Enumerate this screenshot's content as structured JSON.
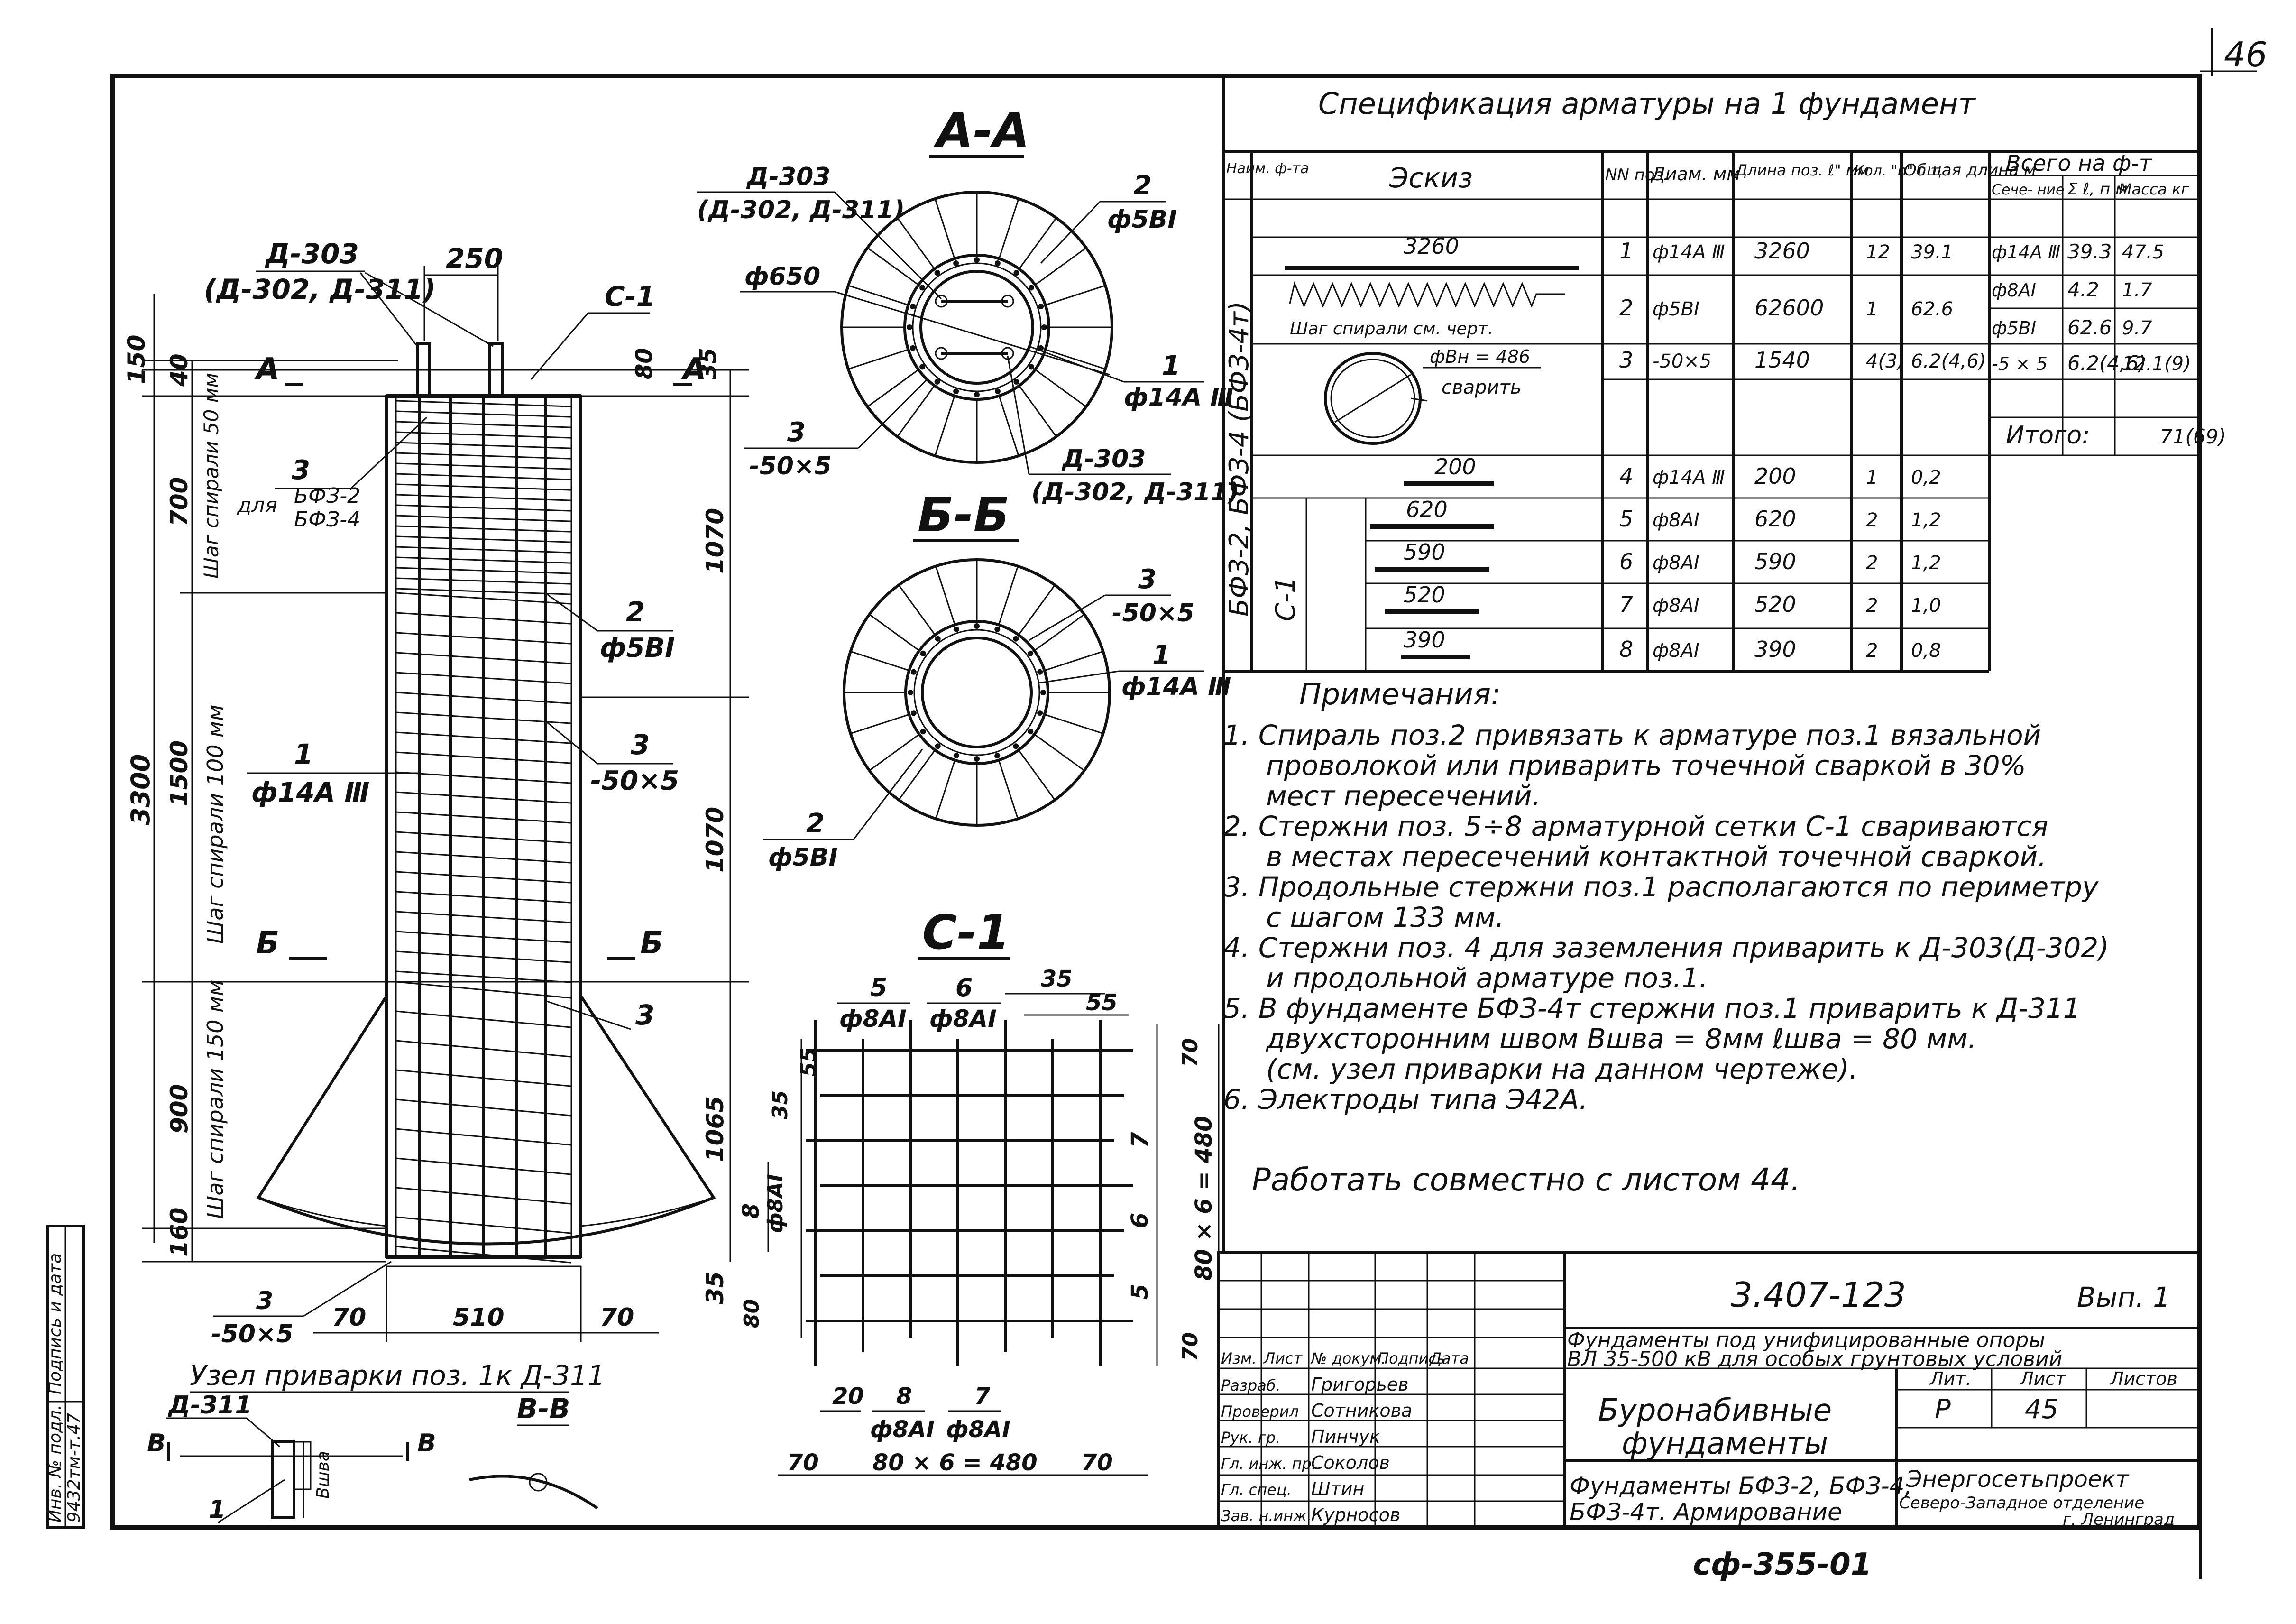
{
  "sheet": {
    "number": "46"
  },
  "spec": {
    "title": "Спецификация арматуры на 1 фундамент",
    "headers": {
      "name": "Наим. ф-та",
      "sketch": "Эскиз",
      "pos": "NN поз.",
      "diam": "Диам. мм",
      "length": "Длина поз. ℓ\" мм",
      "qty": "Кол. \"n\" шт.",
      "total": "Общая длина м",
      "all_total": "Всего на ф-т",
      "section": "Сече- ние",
      "sum_l": "Σ ℓ, п м",
      "mass": "Масса кг"
    },
    "group_label": "БФЗ-2, БФЗ-4 (БФЗ-4т)",
    "mesh_label": "С-1",
    "rows": [
      {
        "sketch": "3260",
        "pos": "1",
        "diam": "ф14А Ⅲ",
        "len": "3260",
        "qty": "12",
        "total": "39.1"
      },
      {
        "sketch": "Шаг спирали см. черт.",
        "pos": "2",
        "diam": "ф5ВI",
        "len": "62600",
        "qty": "1",
        "total": "62.6"
      },
      {
        "sketch": "фВн = 486 сварить",
        "pos": "3",
        "diam": "-50×5",
        "len": "1540",
        "qty": "4(3)",
        "total": "6.2(4,6)"
      },
      {
        "sketch": "200",
        "pos": "4",
        "diam": "ф14А Ⅲ",
        "len": "200",
        "qty": "1",
        "total": "0,2"
      },
      {
        "sketch": "620",
        "pos": "5",
        "diam": "ф8АI",
        "len": "620",
        "qty": "2",
        "total": "1,2"
      },
      {
        "sketch": "590",
        "pos": "6",
        "diam": "ф8АI",
        "len": "590",
        "qty": "2",
        "total": "1,2"
      },
      {
        "sketch": "520",
        "pos": "7",
        "diam": "ф8АI",
        "len": "520",
        "qty": "2",
        "total": "1,0"
      },
      {
        "sketch": "390",
        "pos": "8",
        "diam": "ф8АI",
        "len": "390",
        "qty": "2",
        "total": "0,8"
      }
    ],
    "totals": [
      {
        "section": "ф14А Ⅲ",
        "sum": "39.3",
        "mass": "47.5"
      },
      {
        "section": "ф8АI",
        "sum": "4.2",
        "mass": "1.7"
      },
      {
        "section": "ф5ВI",
        "sum": "62.6",
        "mass": "9.7"
      },
      {
        "section": "-5 × 5",
        "sum": "6.2(4,6)",
        "mass": "12.1(9)"
      }
    ],
    "itogo_label": "Итого:",
    "itogo_value": "71(69)",
    "spiral_pitch_note": "Шаг спирали см. черт.",
    "weld_note": "фВн = 486",
    "weld_word": "сварить"
  },
  "notes": {
    "title": "Примечания:",
    "lines": [
      "1. Спираль поз.2 привязать к арматуре поз.1 вязальной",
      "проволокой или приварить точечной сваркой в 30%",
      "мест пересечений.",
      "2. Стержни поз. 5÷8 арматурной сетки С-1 свариваются",
      "в местах пересечений контактной точечной сваркой.",
      "3. Продольные стержни поз.1 располагаются по периметру",
      "с шагом 133 мм.",
      "4. Стержни поз. 4 для заземления приварить к Д-303(Д-302)",
      "и продольной арматуре поз.1.",
      "5. В фундаменте БФЗ-4т стержни поз.1 приварить к Д-311",
      "двухсторонним швом Вшва = 8мм ℓшва = 80 мм.",
      "(см. узел приварки на данном чертеже).",
      "6. Электроды типа Э42А."
    ],
    "work_with": "Работать совместно с листом 44."
  },
  "titleblock": {
    "code": "3.407-123",
    "issue": "Вып. 1",
    "subtitle1": "Фундаменты под унифицированные опоры",
    "subtitle2": "ВЛ 35-500 кВ для особых грунтовых условий",
    "name1": "Буронабивные",
    "name2": "фундаменты",
    "part1": "Фундаменты БФЗ-2, БФЗ-4,",
    "part2": "БФЗ-4т. Армирование",
    "lit_label": "Лит.",
    "sheet_label": "Лист",
    "sheets_label": "Листов",
    "lit": "Р",
    "sheet": "45",
    "org1": "Энергосетьпроект",
    "org2": "Северо-Западное отделение",
    "org3": "г. Ленинград",
    "header_cols": [
      "Изм.",
      "Лист",
      "№ докум.",
      "Подпись",
      "Дата"
    ],
    "people": [
      {
        "role": "Разраб.",
        "name": "Григорьев"
      },
      {
        "role": "Проверил",
        "name": "Сотникова"
      },
      {
        "role": "Рук. гр.",
        "name": "Пинчук"
      },
      {
        "role": "Гл. инж. пр.",
        "name": "Соколов"
      },
      {
        "role": "Гл. спец.",
        "name": "Штин"
      },
      {
        "role": "Зав. н.инж.",
        "name": "Курносов"
      }
    ],
    "stamp_bottom": "сф-355-01"
  },
  "side_stamp": {
    "label1": "Инв. № подл.",
    "label2": "Подпись и дата",
    "value": "9432тм-т.47"
  },
  "sections": {
    "aa": "А-А",
    "bb": "Б-Б",
    "c1": "С-1",
    "vv": "В-В"
  },
  "elevation": {
    "d303": "Д-303",
    "d302_311": "(Д-302, Д-311)",
    "c1": "С-1",
    "w250": "250",
    "h150": "150",
    "h40": "40",
    "h80": "80",
    "h35": "35",
    "a_left": "А",
    "a_right": "А",
    "b_left": "Б",
    "b_right": "Б",
    "step50": "Шаг спирали 50 мм",
    "step100": "Шаг спирали 100 мм",
    "step150": "Шаг спирали 150 мм",
    "d700": "700",
    "d1500": "1500",
    "d900": "900",
    "d160": "160",
    "d3300": "3300",
    "d1070a": "1070",
    "d1070b": "1070",
    "d1065": "1065",
    "d35b": "35",
    "pos3_for": "3",
    "for_text": "для",
    "bf2": "БФЗ-2",
    "bf4": "БФЗ-4",
    "pos2": "2",
    "pos2_d": "ф5ВI",
    "pos3": "3",
    "pos3_d": "-50×5",
    "pos1": "1",
    "pos1_d": "ф14А Ⅲ",
    "pos3b": "3",
    "bottom3": "3",
    "bottom3_d": "-50×5",
    "w70a": "70",
    "w510": "510",
    "w70b": "70"
  },
  "sec_aa": {
    "d303": "Д-303",
    "d302_311": "(Д-302, Д-311)",
    "p2": "2",
    "p2_d": "ф5ВI",
    "d650": "ф650",
    "p1": "1",
    "p1_d": "ф14А Ⅲ",
    "p3": "3",
    "p3_d": "-50×5",
    "d303b": "Д-303",
    "d302b": "(Д-302, Д-311)"
  },
  "sec_bb": {
    "p3": "3",
    "p3_d": "-50×5",
    "p1": "1",
    "p1_d": "ф14А Ⅲ",
    "p2": "2",
    "p2_d": "ф5ВI"
  },
  "mesh": {
    "p5": "5",
    "p5_d": "ф8АI",
    "p6": "6",
    "p6_d": "ф8АI",
    "d35": "35",
    "d55": "55",
    "d55v": "55",
    "d35v": "35",
    "p8v": "8",
    "p8v_d": "ф8АI",
    "d80v": "80",
    "d70r": "70",
    "r7": "7",
    "r6": "6",
    "r5": "5",
    "d70rb": "70",
    "d80x6v": "80 × 6 = 480",
    "d20": "20",
    "p8": "8",
    "p8_d": "ф8АI",
    "p7": "7",
    "p7_d": "ф8АI",
    "d70l": "70",
    "d80x6": "80 × 6 = 480",
    "d70rr": "70"
  },
  "weld_node": {
    "title": "Узел приварки поз. 1к Д-311",
    "d311": "Д-311",
    "v": "В",
    "shov": "Вшва",
    "one": "1"
  }
}
